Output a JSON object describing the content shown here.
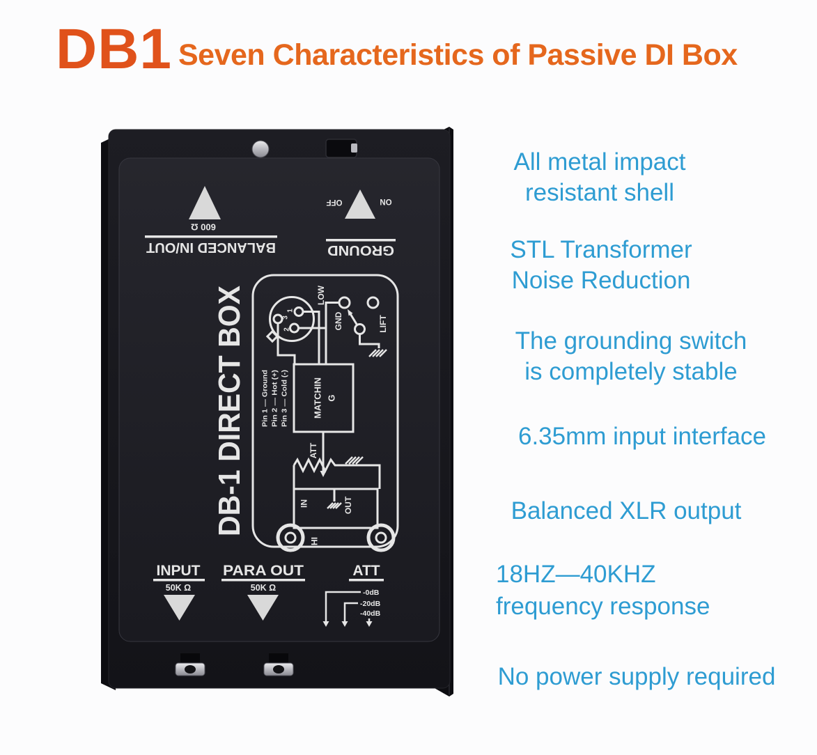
{
  "header": {
    "logo": "DB1",
    "subtitle": "Seven Characteristics of Passive DI Box"
  },
  "features": {
    "items": [
      {
        "lines": [
          "All metal impact",
          "resistant shell"
        ]
      },
      {
        "lines": [
          "STL Transformer",
          "Noise Reduction"
        ]
      },
      {
        "lines": [
          "The grounding switch",
          "is completely stable"
        ]
      },
      {
        "lines": [
          "6.35mm input interface"
        ]
      },
      {
        "lines": [
          "Balanced XLR output"
        ]
      },
      {
        "lines": [
          "18HZ—40KHZ",
          "frequency response"
        ]
      },
      {
        "lines": [
          "No power supply required"
        ]
      }
    ]
  },
  "device": {
    "top_panel": {
      "impedance": "600 Ω",
      "balanced_label": "BALANCED IN/OUT",
      "off_label": "OFF",
      "on_label": "ON",
      "ground_label": "GROUND"
    },
    "model_label": "DB-1 DIRECT BOX",
    "diagram": {
      "pin1": "1",
      "pin2": "2",
      "pin3": "3",
      "low_label": "LOW",
      "gnd_label": "GND",
      "lift_label": "LIFT",
      "transformer_line1": "MATCHIN",
      "transformer_line2": "G",
      "pin_legend": [
        "Pin 1 — Ground",
        "Pin 2 — Hot (+)",
        "Pin 3 — Cold (-)"
      ],
      "att_label": "ATT",
      "in_label": "IN",
      "out_label": "OUT",
      "hi_label": "HI"
    },
    "bottom_panel": {
      "input_label": "INPUT",
      "input_impedance": "50K Ω",
      "para_out_label": "PARA OUT",
      "para_out_impedance": "50K Ω",
      "att_label": "ATT",
      "att_levels": [
        "-0dB",
        "-20dB",
        "-40dB"
      ]
    }
  },
  "colors": {
    "accent_orange": "#E0521B",
    "accent_orange_light": "#E5671D",
    "feature_cyan": "#2E9CD2",
    "panel_black": "#1D1D23",
    "print_white": "#E6E6E6"
  }
}
